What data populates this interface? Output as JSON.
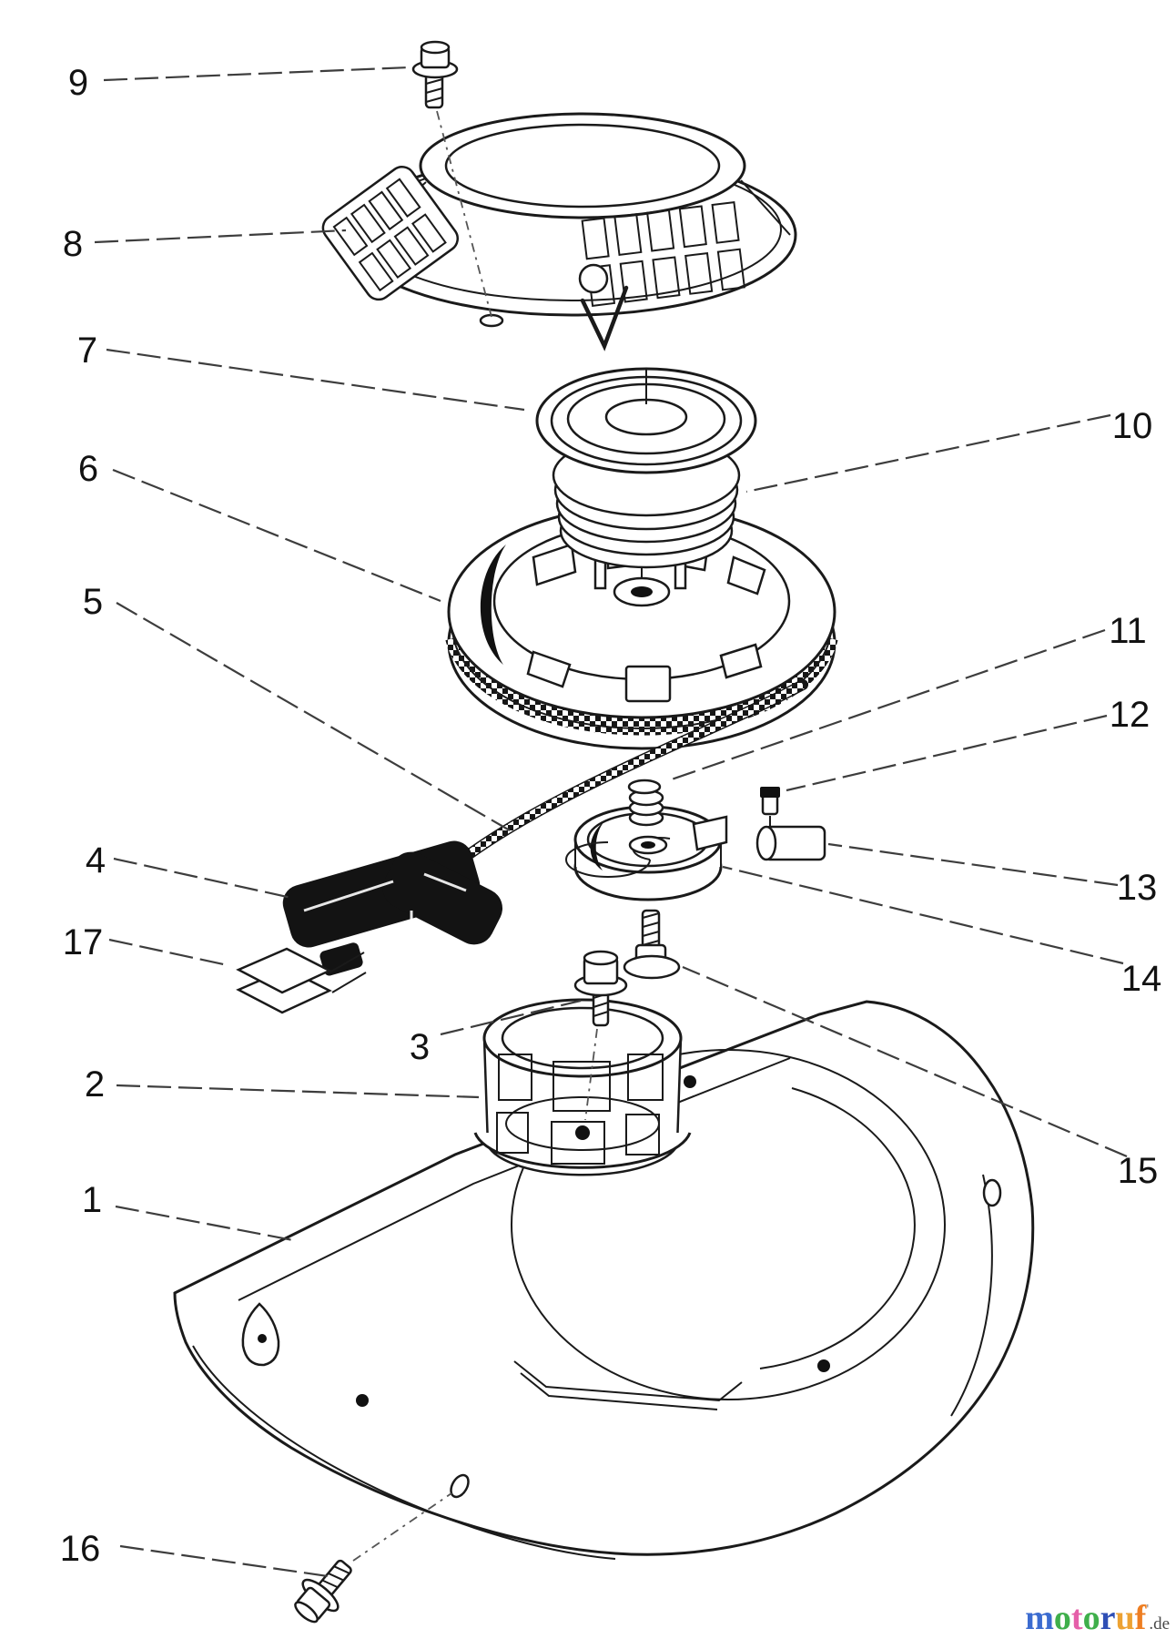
{
  "parts_diagram": {
    "callouts": [
      {
        "label": "1"
      },
      {
        "label": "2"
      },
      {
        "label": "3"
      },
      {
        "label": "4"
      },
      {
        "label": "5"
      },
      {
        "label": "6"
      },
      {
        "label": "7"
      },
      {
        "label": "8"
      },
      {
        "label": "9"
      },
      {
        "label": "10"
      },
      {
        "label": "11"
      },
      {
        "label": "12"
      },
      {
        "label": "13"
      },
      {
        "label": "14"
      },
      {
        "label": "15"
      },
      {
        "label": "16"
      },
      {
        "label": "17"
      }
    ]
  },
  "watermark": {
    "letters": [
      {
        "ch": "m",
        "color": "#3c6cd0"
      },
      {
        "ch": "o",
        "color": "#3faf4b"
      },
      {
        "ch": "t",
        "color": "#e55fa9"
      },
      {
        "ch": "o",
        "color": "#3faf4b"
      },
      {
        "ch": "r",
        "color": "#2f4fb5"
      },
      {
        "ch": "u",
        "color": "#eda233"
      },
      {
        "ch": "f",
        "color": "#ee7e22"
      },
      {
        "ch": "'",
        "color": "#9a9a9a"
      }
    ],
    "suffix": ".de",
    "suffix_color": "#4a4a4a"
  }
}
